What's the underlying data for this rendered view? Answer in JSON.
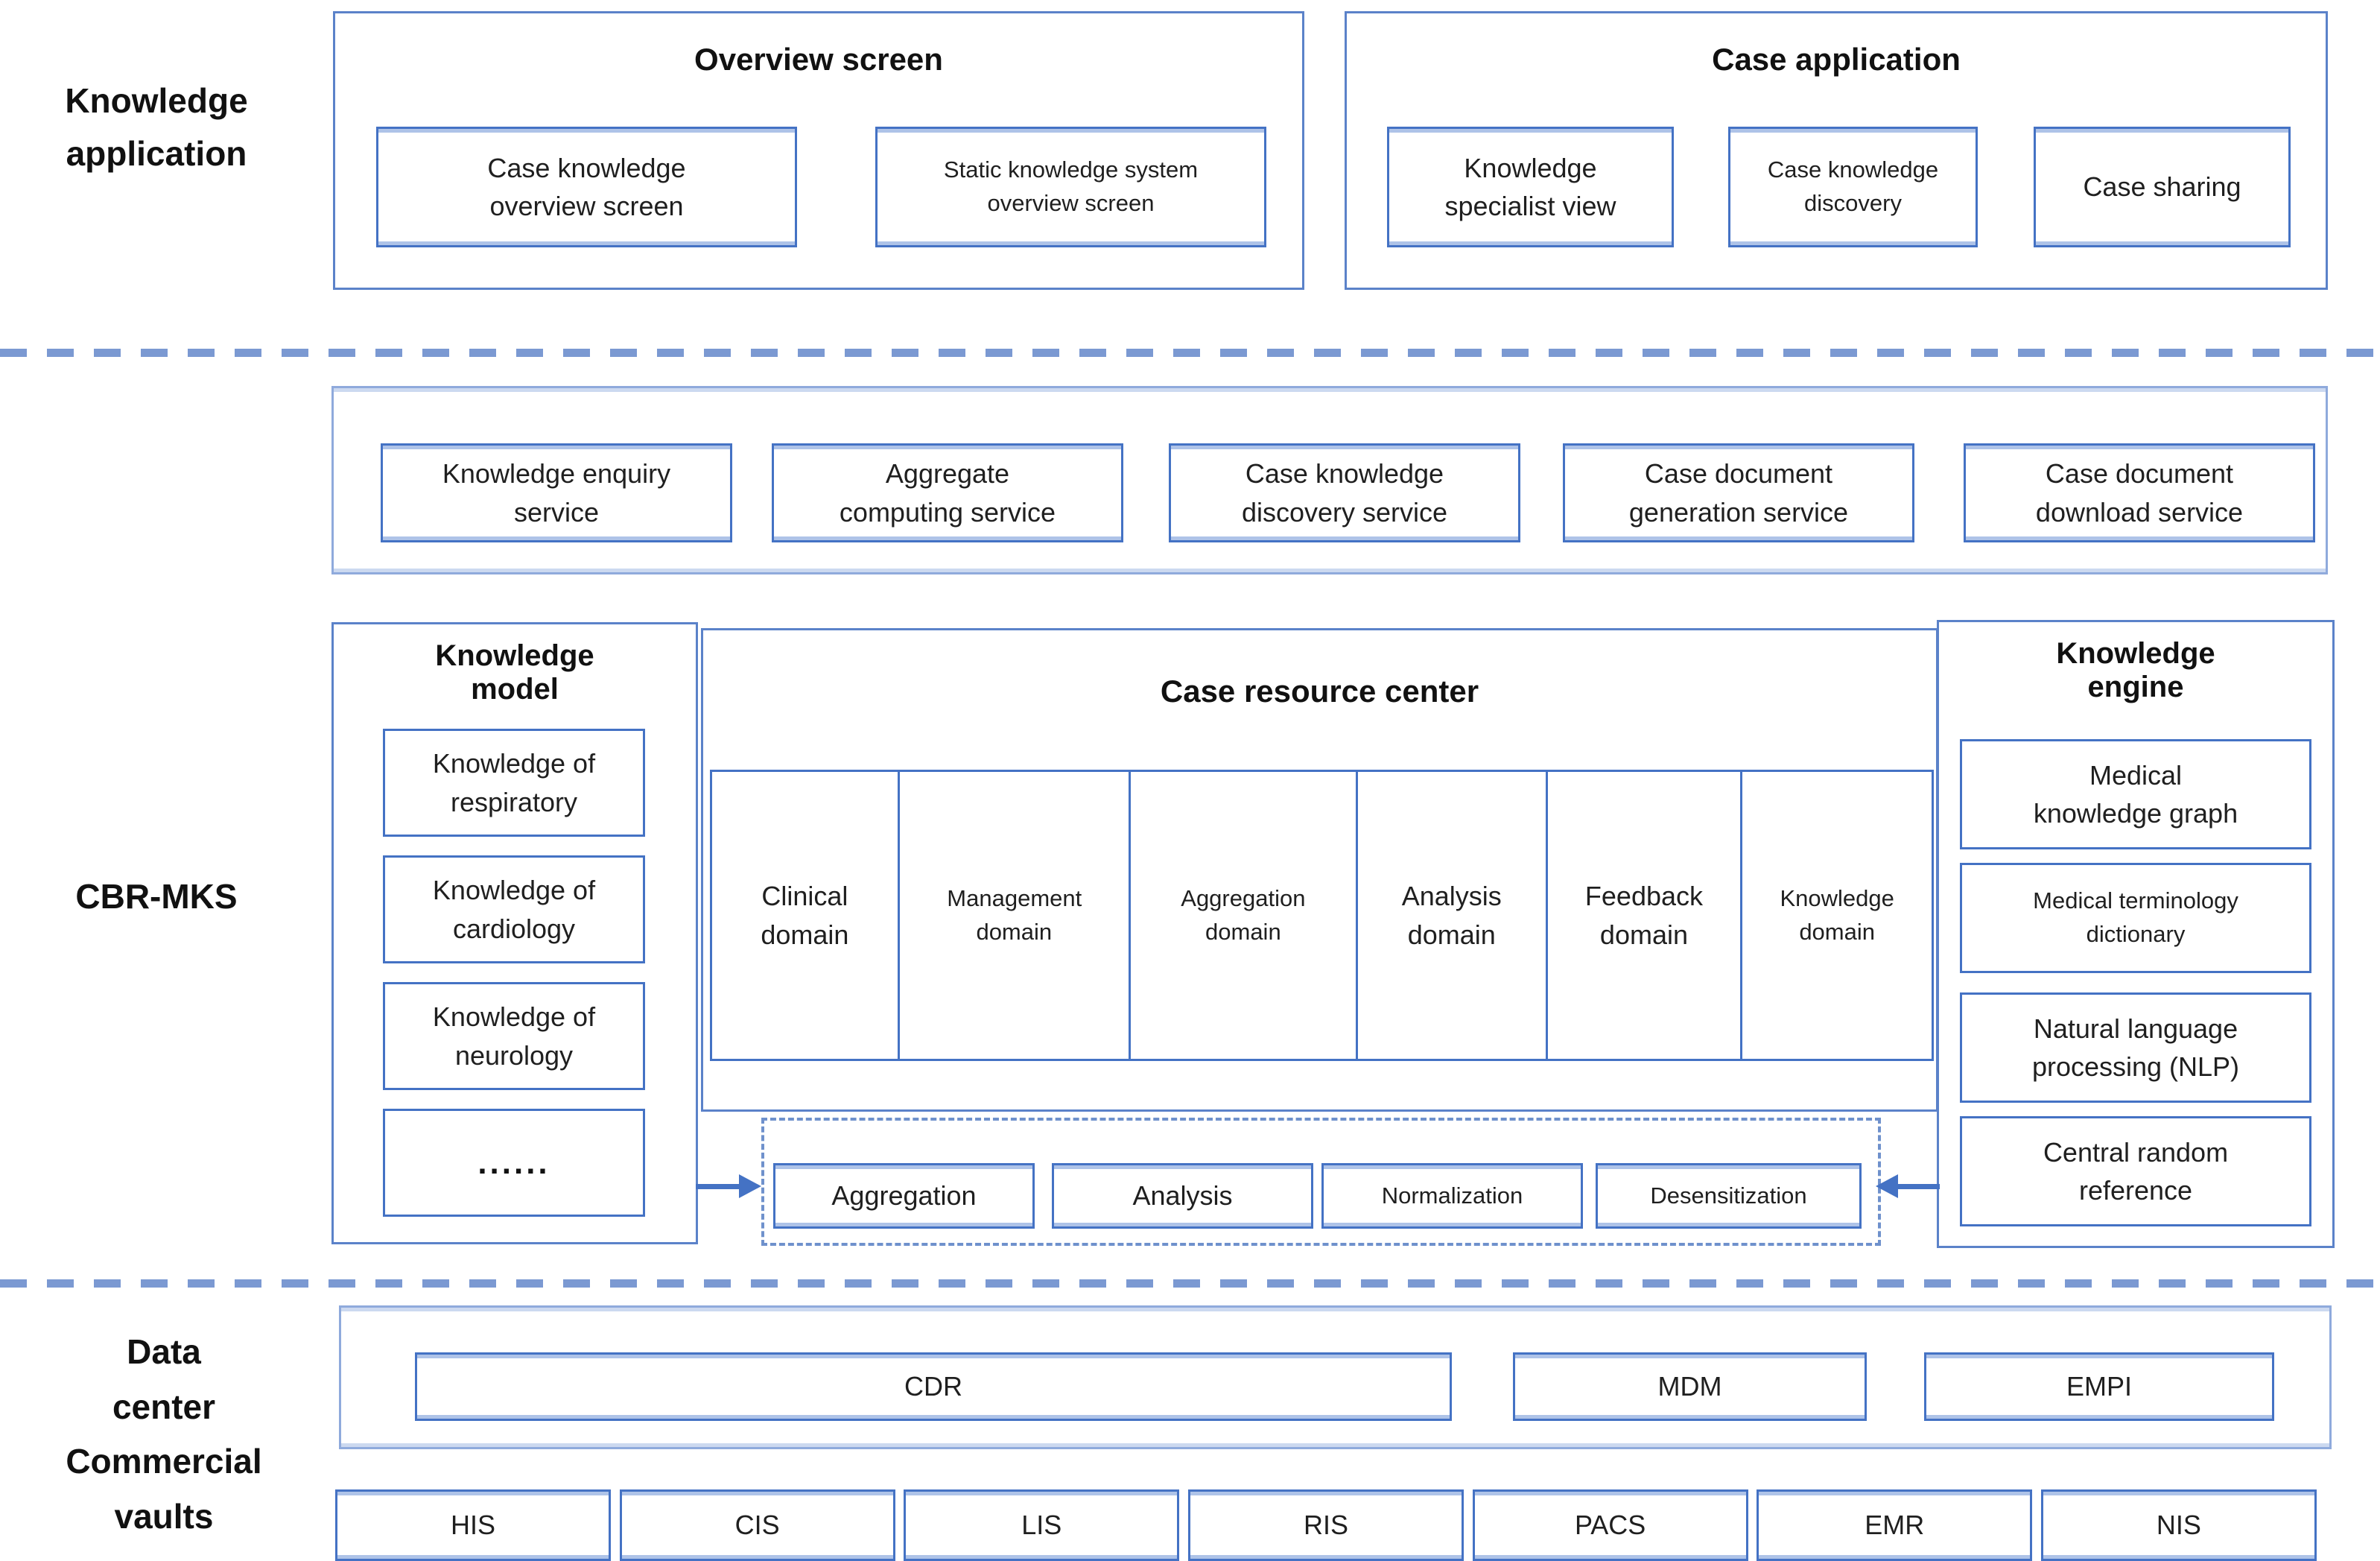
{
  "left_labels": {
    "knowledge_application": "Knowledge application",
    "cbr_mks": "CBR-MKS",
    "data_center_lines": [
      "Data",
      "center",
      "Commercial",
      "vaults"
    ]
  },
  "overview_screen": {
    "title": "Overview screen",
    "items": [
      "Case knowledge overview screen",
      "Static knowledge system overview screen"
    ]
  },
  "case_application": {
    "title": "Case application",
    "items": [
      "Knowledge specialist view",
      "Case knowledge discovery",
      "Case sharing"
    ]
  },
  "services": [
    "Knowledge enquiry service",
    "Aggregate computing service",
    "Case knowledge discovery service",
    "Case document generation service",
    "Case document download service"
  ],
  "knowledge_model": {
    "title": "Knowledge model",
    "items": [
      "Knowledge of respiratory",
      "Knowledge of cardiology",
      "Knowledge of neurology",
      "......"
    ]
  },
  "case_resource_center": {
    "title": "Case resource center",
    "domains": [
      "Clinical domain",
      "Management domain",
      "Aggregation domain",
      "Analysis domain",
      "Feedback domain",
      "Knowledge domain"
    ]
  },
  "knowledge_engine": {
    "title": "Knowledge engine",
    "items": [
      "Medical knowledge graph",
      "Medical terminology dictionary",
      "Natural language processing (NLP)",
      "Central random reference"
    ]
  },
  "processing": [
    "Aggregation",
    "Analysis",
    "Normalization",
    "Desensitization"
  ],
  "data_center": {
    "wide_box": "CDR",
    "boxes": [
      "MDM",
      "EMPI"
    ]
  },
  "vaults": [
    "HIS",
    "CIS",
    "LIS",
    "RIS",
    "PACS",
    "EMR",
    "NIS"
  ],
  "colors": {
    "border_blue": "#4472c4",
    "frame_blue": "#5b82c9",
    "light_frame_blue": "#8faadc",
    "accent_band": "#aec3e8",
    "dash_blue": "#7b99d2",
    "text": "#1f1f1f"
  }
}
